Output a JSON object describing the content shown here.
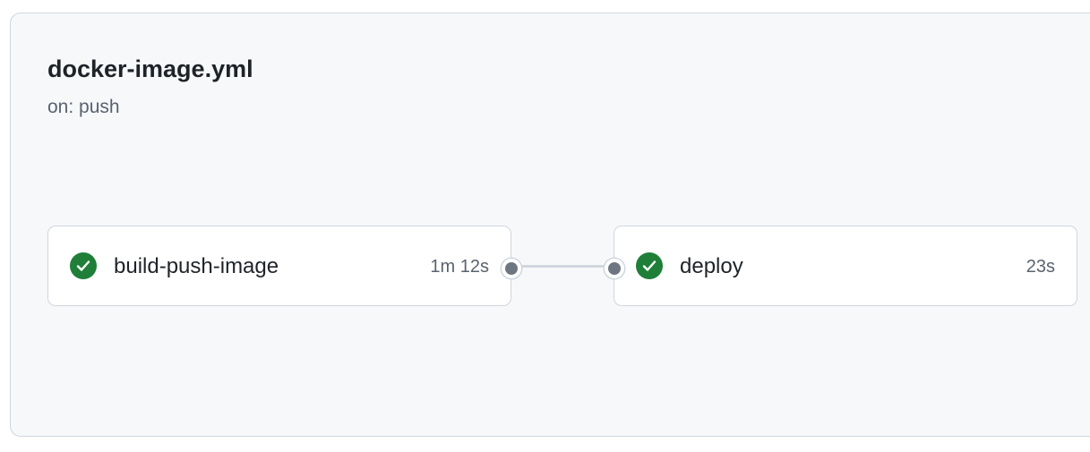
{
  "workflow": {
    "title": "docker-image.yml",
    "trigger": "on: push"
  },
  "jobs": [
    {
      "name": "build-push-image",
      "duration": "1m 12s",
      "status": "success",
      "icon": "check-circle-icon"
    },
    {
      "name": "deploy",
      "duration": "23s",
      "status": "success",
      "icon": "check-circle-icon"
    }
  ],
  "colors": {
    "success": "#1f7f39",
    "connector": "#d0d7de",
    "node": "#6e7781"
  }
}
